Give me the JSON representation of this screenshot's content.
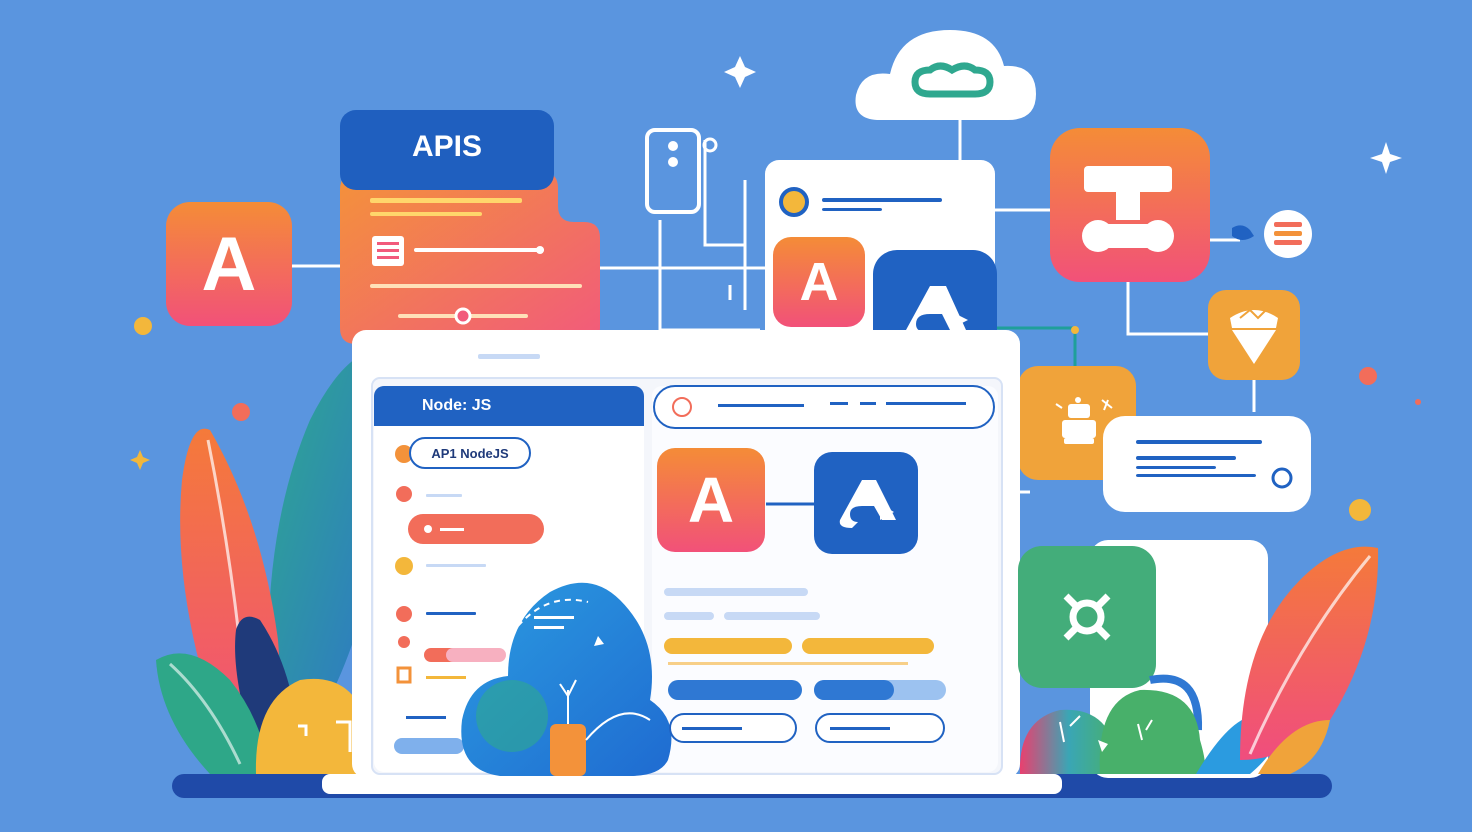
{
  "apis_tab": {
    "label": "APIS"
  },
  "node_panel": {
    "title": "Node: JS",
    "pill_label": "AP1 NodeJS"
  },
  "tiles": {
    "left_a": "A",
    "top_a_orange": "A",
    "screen_a_orange": "A"
  },
  "colors": {
    "background": "#5a95df",
    "primary_blue": "#2062c2",
    "orange": "#f08a3c",
    "pink": "#f2577a",
    "yellow": "#f3b73b",
    "green": "#43ad7a",
    "white": "#ffffff"
  }
}
